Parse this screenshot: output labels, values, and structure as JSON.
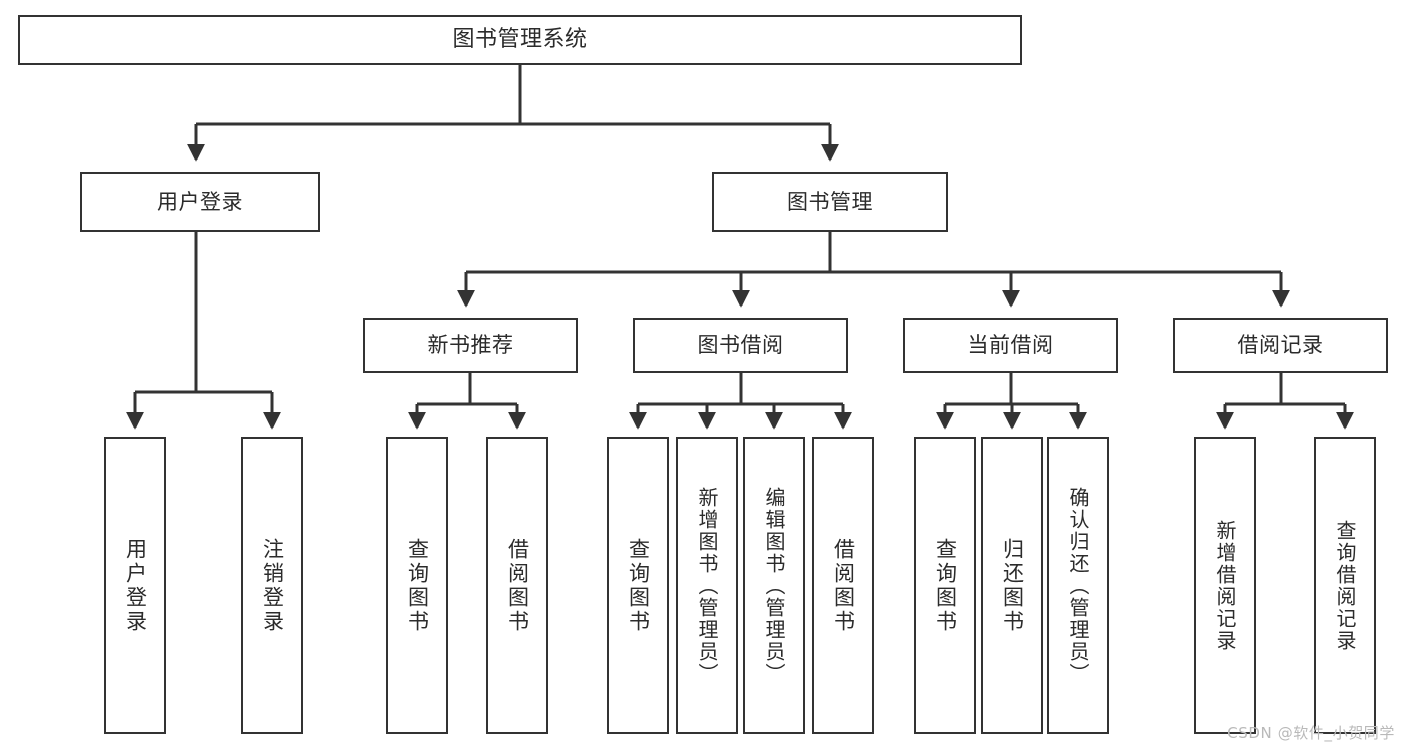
{
  "diagram": {
    "title": "图书管理系统",
    "type": "tree-hierarchy",
    "watermark": "CSDN @软件_小贺同学",
    "colors": {
      "background": "#ffffff",
      "box_border": "#333333",
      "box_fill": "#ffffff",
      "text": "#2b2b2b",
      "connector": "#333333",
      "watermark": "#b9b9b9"
    },
    "levels": 4,
    "root": {
      "id": "root",
      "label": "图书管理系统"
    },
    "level2": [
      {
        "id": "user-login",
        "label": "用户登录"
      },
      {
        "id": "book-management",
        "label": "图书管理"
      }
    ],
    "level3": [
      {
        "id": "new-book-recommend",
        "label": "新书推荐",
        "parent": "book-management"
      },
      {
        "id": "book-borrow",
        "label": "图书借阅",
        "parent": "book-management"
      },
      {
        "id": "current-borrow",
        "label": "当前借阅",
        "parent": "book-management"
      },
      {
        "id": "borrow-record",
        "label": "借阅记录",
        "parent": "book-management"
      }
    ],
    "leaves": {
      "user-login": [
        {
          "id": "leaf-user-login",
          "label": "用户登录"
        },
        {
          "id": "leaf-user-logout",
          "label": "注销登录"
        }
      ],
      "new-book-recommend": [
        {
          "id": "leaf-query-book-1",
          "label": "查询图书"
        },
        {
          "id": "leaf-borrow-book-1",
          "label": "借阅图书"
        }
      ],
      "book-borrow": [
        {
          "id": "leaf-query-book-2",
          "label": "查询图书"
        },
        {
          "id": "leaf-add-book",
          "label": "新增图书（管理员）"
        },
        {
          "id": "leaf-edit-book",
          "label": "编辑图书（管理员）"
        },
        {
          "id": "leaf-borrow-book-2",
          "label": "借阅图书"
        }
      ],
      "current-borrow": [
        {
          "id": "leaf-query-book-3",
          "label": "查询图书"
        },
        {
          "id": "leaf-return-book",
          "label": "归还图书"
        },
        {
          "id": "leaf-confirm-return",
          "label": "确认归还（管理员）"
        }
      ],
      "borrow-record": [
        {
          "id": "leaf-add-record",
          "label": "新增借阅记录"
        },
        {
          "id": "leaf-query-record",
          "label": "查询借阅记录"
        }
      ]
    }
  }
}
